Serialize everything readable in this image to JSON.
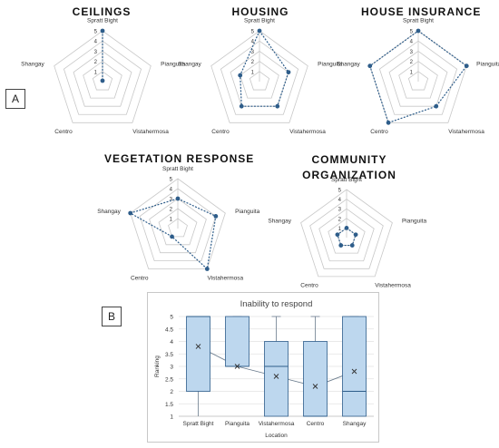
{
  "panels": {
    "a": "A",
    "b": "B"
  },
  "colors": {
    "radar_line": "#2e5d8a",
    "grid": "#c8c8c8",
    "box_fill": "#bdd7ee",
    "box_stroke": "#2e5d8a",
    "mean_line": "#6b7c8d"
  },
  "chart_data": [
    {
      "type": "radar",
      "title": "CEILINGS",
      "axes": [
        "Spratt Bight",
        "Pianguita",
        "Vistahermosa",
        "Centro",
        "Shangay"
      ],
      "ticks": [
        "1",
        "2",
        "3",
        "4",
        "5"
      ],
      "range": [
        0,
        5
      ],
      "values": [
        5,
        null,
        null,
        null,
        null
      ],
      "single_point": 1,
      "note_values": [
        5,
        1,
        1,
        1,
        1
      ]
    },
    {
      "type": "radar",
      "title": "HOUSING",
      "axes": [
        "Spratt Bight",
        "Pianguita",
        "Vistahermosa",
        "Centro",
        "Shangay"
      ],
      "ticks": [
        "1",
        "2",
        "3",
        "4",
        "5"
      ],
      "range": [
        0,
        5
      ],
      "values": [
        5,
        3,
        3,
        3,
        2
      ]
    },
    {
      "type": "radar",
      "title": "HOUSE INSURANCE",
      "axes": [
        "Spratt Bight",
        "Pianguita",
        "Vistahermosa",
        "Centro",
        "Shangay"
      ],
      "ticks": [
        "1",
        "2",
        "3",
        "4",
        "5"
      ],
      "range": [
        0,
        5
      ],
      "values": [
        5,
        5,
        3,
        5,
        5
      ]
    },
    {
      "type": "radar",
      "title": "VEGETATION RESPONSE",
      "axes": [
        "Spratt Bight",
        "Pianguita",
        "Vistahermosa",
        "Centro",
        "Shangay"
      ],
      "ticks": [
        "1",
        "2",
        "3",
        "4",
        "5"
      ],
      "range": [
        0,
        5
      ],
      "values": [
        3,
        4,
        5,
        1,
        5
      ]
    },
    {
      "type": "radar",
      "title": "COMMUNITY ORGANIZATION",
      "title_lines": [
        "COMMUNITY",
        "ORGANIZATION"
      ],
      "axes": [
        "Spratt Bight",
        "Pianguita",
        "Vistahermosa",
        "Centro",
        "Shangay"
      ],
      "ticks": [
        "1",
        "2",
        "3",
        "4",
        "5"
      ],
      "range": [
        0,
        5
      ],
      "values": [
        1,
        1,
        1,
        1,
        1
      ]
    },
    {
      "type": "box",
      "title": "Inability to respond",
      "xlabel": "Location",
      "ylabel": "Ranking",
      "ylim": [
        1,
        5
      ],
      "yticks": [
        "1",
        "1.5",
        "2",
        "2.5",
        "3",
        "3.5",
        "4",
        "4.5",
        "5"
      ],
      "categories": [
        "Spratt Bight",
        "Pianguita",
        "Vistahermosa",
        "Centro",
        "Shangay"
      ],
      "boxes": [
        {
          "min": 1,
          "q1": 2,
          "median": 5,
          "q3": 5,
          "max": 5,
          "mean": 3.8
        },
        {
          "min": 3,
          "q1": 3,
          "median": 3,
          "q3": 5,
          "max": 5,
          "mean": 3.0
        },
        {
          "min": 1,
          "q1": 1,
          "median": 3,
          "q3": 4,
          "max": 5,
          "mean": 2.6
        },
        {
          "min": 1,
          "q1": 1,
          "median": 1,
          "q3": 4,
          "max": 5,
          "mean": 2.2
        },
        {
          "min": 1,
          "q1": 1,
          "median": 2,
          "q3": 5,
          "max": 5,
          "mean": 2.8
        }
      ]
    }
  ]
}
